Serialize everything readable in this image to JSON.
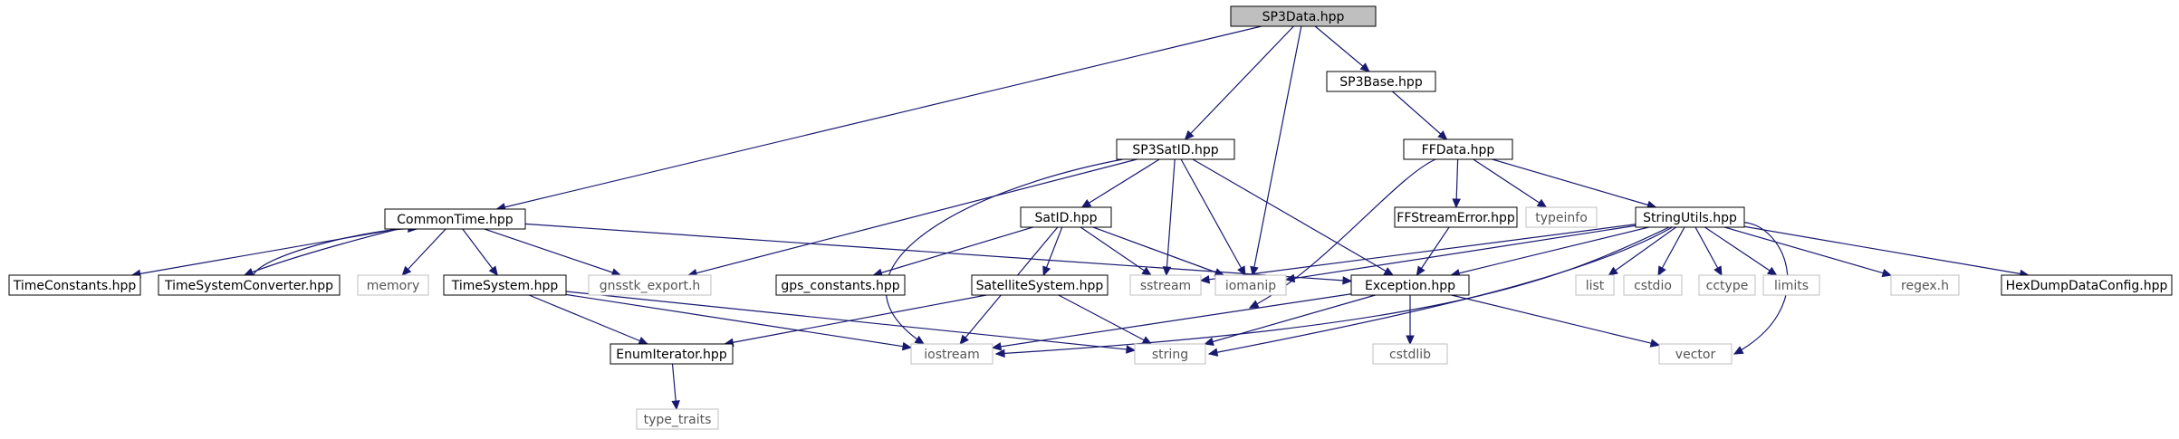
{
  "diagram": {
    "root": "SP3Data.hpp",
    "colors": {
      "edge": "#191970",
      "root_fill": "#bfbfbf",
      "node_border": "#000000",
      "system_border": "#bfbfbf",
      "system_text": "#555555",
      "node_text": "#000000"
    },
    "nodes": [
      {
        "id": "sp3data",
        "label": "SP3Data.hpp",
        "kind": "root"
      },
      {
        "id": "sp3base",
        "label": "SP3Base.hpp",
        "kind": "file"
      },
      {
        "id": "sp3satid",
        "label": "SP3SatID.hpp",
        "kind": "file"
      },
      {
        "id": "ffdata",
        "label": "FFData.hpp",
        "kind": "file"
      },
      {
        "id": "commontime",
        "label": "CommonTime.hpp",
        "kind": "file"
      },
      {
        "id": "satid",
        "label": "SatID.hpp",
        "kind": "file"
      },
      {
        "id": "ffstreamerror",
        "label": "FFStreamError.hpp",
        "kind": "file"
      },
      {
        "id": "typeinfo",
        "label": "typeinfo",
        "kind": "system"
      },
      {
        "id": "stringutils",
        "label": "StringUtils.hpp",
        "kind": "file"
      },
      {
        "id": "timeconstants",
        "label": "TimeConstants.hpp",
        "kind": "file"
      },
      {
        "id": "timesystemconverter",
        "label": "TimeSystemConverter.hpp",
        "kind": "file"
      },
      {
        "id": "memory",
        "label": "memory",
        "kind": "system"
      },
      {
        "id": "timesystem",
        "label": "TimeSystem.hpp",
        "kind": "file"
      },
      {
        "id": "gnsstkexport",
        "label": "gnsstk_export.h",
        "kind": "system"
      },
      {
        "id": "gpsconstants",
        "label": "gps_constants.hpp",
        "kind": "file"
      },
      {
        "id": "satellitesystem",
        "label": "SatelliteSystem.hpp",
        "kind": "file"
      },
      {
        "id": "sstream",
        "label": "sstream",
        "kind": "system"
      },
      {
        "id": "iomanip",
        "label": "iomanip",
        "kind": "system"
      },
      {
        "id": "exception",
        "label": "Exception.hpp",
        "kind": "file"
      },
      {
        "id": "list",
        "label": "list",
        "kind": "system"
      },
      {
        "id": "cstdio",
        "label": "cstdio",
        "kind": "system"
      },
      {
        "id": "cctype",
        "label": "cctype",
        "kind": "system"
      },
      {
        "id": "limits",
        "label": "limits",
        "kind": "system"
      },
      {
        "id": "regexh",
        "label": "regex.h",
        "kind": "system"
      },
      {
        "id": "hexdump",
        "label": "HexDumpDataConfig.hpp",
        "kind": "file"
      },
      {
        "id": "enumiterator",
        "label": "EnumIterator.hpp",
        "kind": "file"
      },
      {
        "id": "iostream",
        "label": "iostream",
        "kind": "system"
      },
      {
        "id": "string",
        "label": "string",
        "kind": "system"
      },
      {
        "id": "cstdlib",
        "label": "cstdlib",
        "kind": "system"
      },
      {
        "id": "vector",
        "label": "vector",
        "kind": "system"
      },
      {
        "id": "typetraits",
        "label": "type_traits",
        "kind": "system"
      }
    ],
    "edges": [
      {
        "from": "sp3data",
        "to": "commontime"
      },
      {
        "from": "sp3data",
        "to": "sp3satid"
      },
      {
        "from": "sp3data",
        "to": "iomanip"
      },
      {
        "from": "sp3data",
        "to": "sp3base"
      },
      {
        "from": "sp3base",
        "to": "ffdata"
      },
      {
        "from": "ffdata",
        "to": "ffstreamerror"
      },
      {
        "from": "ffdata",
        "to": "typeinfo"
      },
      {
        "from": "ffdata",
        "to": "stringutils"
      },
      {
        "from": "ffdata",
        "to": "iostream"
      },
      {
        "from": "sp3satid",
        "to": "gnsstkexport"
      },
      {
        "from": "sp3satid",
        "to": "satid"
      },
      {
        "from": "sp3satid",
        "to": "sstream"
      },
      {
        "from": "sp3satid",
        "to": "iomanip"
      },
      {
        "from": "sp3satid",
        "to": "exception"
      },
      {
        "from": "sp3satid",
        "to": "iostream"
      },
      {
        "from": "commontime",
        "to": "timeconstants"
      },
      {
        "from": "commontime",
        "to": "timesystemconverter"
      },
      {
        "from": "commontime",
        "to": "memory"
      },
      {
        "from": "commontime",
        "to": "timesystem"
      },
      {
        "from": "commontime",
        "to": "gnsstkexport"
      },
      {
        "from": "commontime",
        "to": "exception"
      },
      {
        "from": "timesystemconverter",
        "to": "commontime"
      },
      {
        "from": "timesystem",
        "to": "enumiterator"
      },
      {
        "from": "timesystem",
        "to": "iostream"
      },
      {
        "from": "timesystem",
        "to": "string"
      },
      {
        "from": "satid",
        "to": "gpsconstants"
      },
      {
        "from": "satid",
        "to": "satellitesystem"
      },
      {
        "from": "satid",
        "to": "sstream"
      },
      {
        "from": "satid",
        "to": "iomanip"
      },
      {
        "from": "satid",
        "to": "iostream"
      },
      {
        "from": "satellitesystem",
        "to": "enumiterator"
      },
      {
        "from": "satellitesystem",
        "to": "string"
      },
      {
        "from": "ffstreamerror",
        "to": "exception"
      },
      {
        "from": "stringutils",
        "to": "sstream"
      },
      {
        "from": "stringutils",
        "to": "iomanip"
      },
      {
        "from": "stringutils",
        "to": "exception"
      },
      {
        "from": "stringutils",
        "to": "list"
      },
      {
        "from": "stringutils",
        "to": "cstdio"
      },
      {
        "from": "stringutils",
        "to": "cctype"
      },
      {
        "from": "stringutils",
        "to": "limits"
      },
      {
        "from": "stringutils",
        "to": "regexh"
      },
      {
        "from": "stringutils",
        "to": "hexdump"
      },
      {
        "from": "stringutils",
        "to": "iostream"
      },
      {
        "from": "stringutils",
        "to": "string"
      },
      {
        "from": "stringutils",
        "to": "vector"
      },
      {
        "from": "exception",
        "to": "iostream"
      },
      {
        "from": "exception",
        "to": "string"
      },
      {
        "from": "exception",
        "to": "cstdlib"
      },
      {
        "from": "exception",
        "to": "vector"
      },
      {
        "from": "enumiterator",
        "to": "typetraits"
      }
    ]
  }
}
